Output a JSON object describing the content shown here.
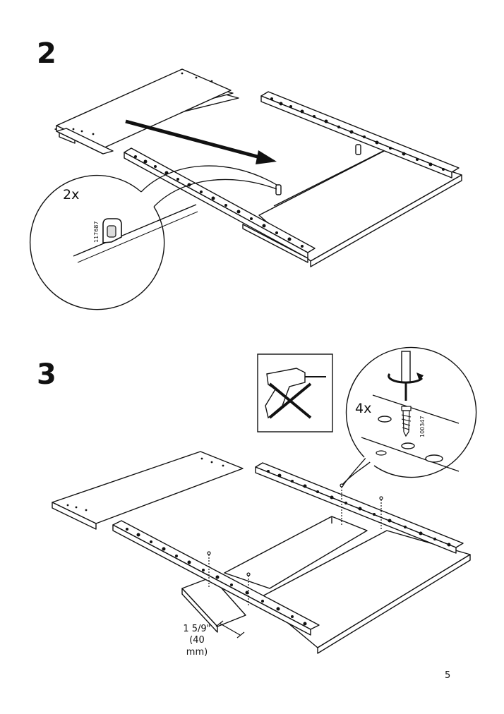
{
  "steps": [
    {
      "number": "2",
      "quantity": "2x",
      "part_code": "117687"
    },
    {
      "number": "3",
      "quantity": "4x",
      "part_code": "100347",
      "dimension_imperial": "1 5/9\"",
      "dimension_metric": "(40 mm)"
    }
  ],
  "page_number": "5",
  "icons": [
    "connector-icon",
    "power-drill-prohibited-icon",
    "screwdriver-icon",
    "screw-icon",
    "arrow-icon"
  ]
}
